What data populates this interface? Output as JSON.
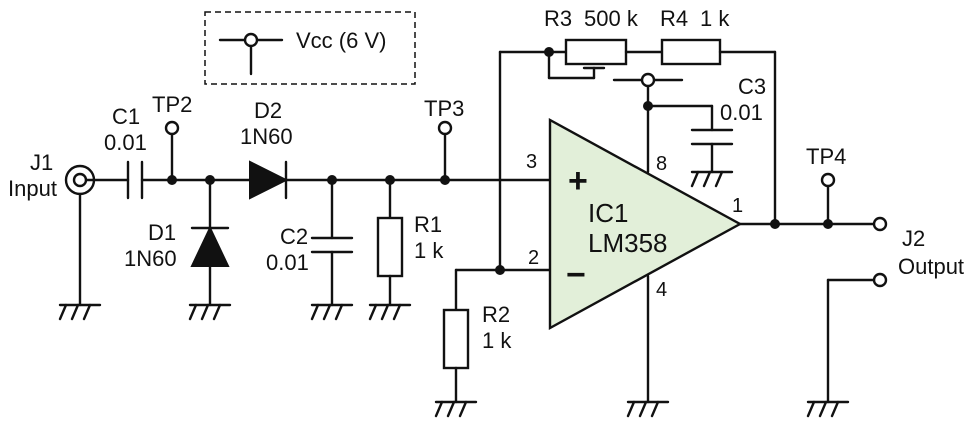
{
  "legend": {
    "vcc_label": "Vcc (6 V)"
  },
  "j1": {
    "name": "J1",
    "desc": "Input"
  },
  "j2": {
    "name": "J2",
    "desc": "Output"
  },
  "c1": {
    "name": "C1",
    "value": "0.01"
  },
  "c2": {
    "name": "C2",
    "value": "0.01"
  },
  "c3": {
    "name": "C3",
    "value": "0.01"
  },
  "d1": {
    "name": "D1",
    "value": "1N60"
  },
  "d2": {
    "name": "D2",
    "value": "1N60"
  },
  "r1": {
    "name": "R1",
    "value": "1 k"
  },
  "r2": {
    "name": "R2",
    "value": "1 k"
  },
  "r3": {
    "name": "R3",
    "value": "500 k"
  },
  "r4": {
    "name": "R4",
    "value": "1 k"
  },
  "tp": {
    "tp2": "TP2",
    "tp3": "TP3",
    "tp4": "TP4"
  },
  "ic1": {
    "name": "IC1",
    "part": "LM358",
    "plus": "+",
    "minus": "−",
    "pin_plus": "3",
    "pin_minus": "2",
    "pin_out": "1",
    "pin_vcc": "8",
    "pin_gnd": "4",
    "fill_color": "#e2efd9"
  }
}
